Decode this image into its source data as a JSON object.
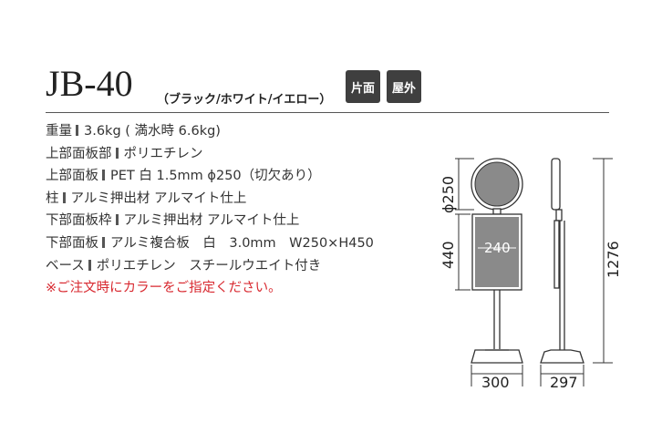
{
  "header": {
    "model": "JB-40",
    "variants": "（ブラック/ホワイト/イエロー）",
    "badges": [
      "片面",
      "屋外"
    ]
  },
  "specs": [
    {
      "label": "重量",
      "value": "3.6kg ( 満水時 6.6kg)"
    },
    {
      "label": "上部面板部",
      "value": "ポリエチレン"
    },
    {
      "label": "上部面板",
      "value": "PET 白 1.5mm ϕ250（切欠あり）"
    },
    {
      "label": "柱",
      "value": "アルミ押出材 アルマイト仕上"
    },
    {
      "label": "下部面板枠",
      "value": "アルミ押出材 アルマイト仕上"
    },
    {
      "label": "下部面板",
      "value": "アルミ複合板　白　3.0mm　W250×H450"
    },
    {
      "label": "ベース",
      "value": "ポリエチレン　スチールウエイト付き"
    }
  ],
  "note": "※ご注文時にカラーをご指定ください。",
  "dimensions": {
    "top_diameter": "ϕ250",
    "panel_height": "440",
    "panel_width": "240",
    "base_width": "300",
    "base_depth": "297",
    "total_height": "1276"
  },
  "colors": {
    "badge_bg": "#3f3f3f",
    "note_red": "#d8282f",
    "panel_gray": "#8a8a8a",
    "line": "#333333"
  }
}
